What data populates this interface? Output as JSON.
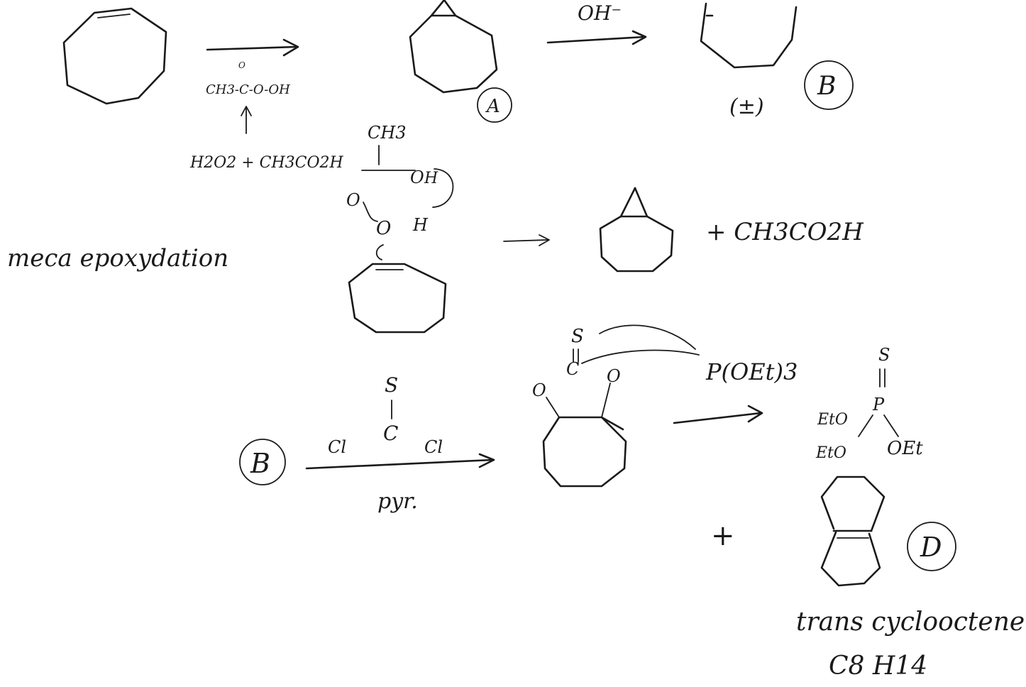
{
  "labels": {
    "compound_a": "A",
    "compound_b": "B",
    "compound_b_2": "B",
    "compound_d": "D",
    "racemic": "(±)"
  },
  "reagents": {
    "peracid": "CH3-C-O-OH",
    "peracid_carbonyl_o": "O",
    "peracid_source": "H2O2 + CH3CO2H",
    "hydroxide": "OH⁻",
    "mechanism_ch3": "CH3",
    "mechanism_o1": "O",
    "mechanism_h1": "H",
    "mechanism_o2": "O",
    "mechanism_o3": "O",
    "mechanism_h2": "H",
    "acetic_acid": "+ CH3CO2H",
    "thio_s": "S",
    "thio_left": "Cl",
    "thio_right": "Cl",
    "thio_c": "C",
    "pyridine": "pyr.",
    "thiocarbonate_s": "S",
    "thiocarbonate_c": "C",
    "thiocarbonate_o_left": "O",
    "thiocarbonate_o_right": "O",
    "phosphite": "P(OEt)3",
    "phos_s": "S",
    "phos_p": "P",
    "phos_eto1": "EtO",
    "phos_eto2": "EtO",
    "phos_oet": "OEt",
    "plus": "+"
  },
  "notes": {
    "mechanism_title": "meca epoxydation",
    "product_name": "trans cyclooctene",
    "product_formula": "C8 H14"
  }
}
